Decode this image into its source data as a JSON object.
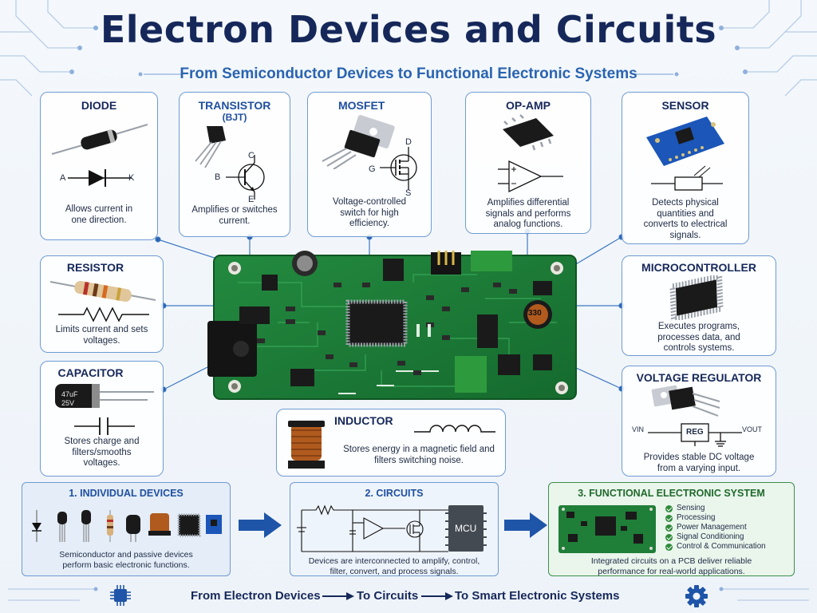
{
  "header": {
    "title": "Electron Devices and Circuits",
    "subtitle": "From Semiconductor Devices to Functional Electronic Systems"
  },
  "components": {
    "diode": {
      "name": "DIODE",
      "desc": "Allows current in one direction.",
      "pin_a": "A",
      "pin_k": "K"
    },
    "transistor": {
      "name": "TRANSISTOR",
      "name2": "(BJT)",
      "desc": "Amplifies or switches current.",
      "pin_b": "B",
      "pin_c": "C",
      "pin_e": "E"
    },
    "mosfet": {
      "name": "MOSFET",
      "desc": "Voltage-controlled switch for high efficiency.",
      "pin_g": "G",
      "pin_d": "D",
      "pin_s": "S"
    },
    "opamp": {
      "name": "OP-AMP",
      "desc": "Amplifies differential signals and performs analog functions."
    },
    "sensor": {
      "name": "SENSOR",
      "desc": "Detects physical quantities and converts to electrical signals."
    },
    "resistor": {
      "name": "RESISTOR",
      "desc": "Limits current and sets voltages."
    },
    "capacitor": {
      "name": "CAPACITOR",
      "desc": "Stores charge and filters/smooths voltages.",
      "cap_text1": "47uF",
      "cap_text2": "25V"
    },
    "inductor": {
      "name": "INDUCTOR",
      "desc": "Stores energy in a magnetic field and filters switching noise."
    },
    "microcontroller": {
      "name": "MICROCONTROLLER",
      "desc": "Executes programs, processes data, and controls systems."
    },
    "regulator": {
      "name": "VOLTAGE REGULATOR",
      "desc": "Provides stable DC voltage from a varying input.",
      "vin": "VIN",
      "vout": "VOUT",
      "reg": "REG"
    }
  },
  "board": {
    "inductor_marking": "330"
  },
  "stages": [
    {
      "title": "1. INDIVIDUAL DEVICES",
      "desc": "Semiconductor and passive devices perform basic electronic functions."
    },
    {
      "title": "2. CIRCUITS",
      "desc": "Devices are interconnected to amplify, control, filter, convert, and process signals.",
      "mcu_label": "MCU"
    },
    {
      "title": "3. FUNCTIONAL ELECTRONIC SYSTEM",
      "desc": "Integrated circuits on a PCB deliver reliable performance for real-world applications.",
      "features": [
        "Sensing",
        "Processing",
        "Power Management",
        "Signal Conditioning",
        "Control & Communication"
      ]
    }
  ],
  "footer": {
    "step1": "From Electron Devices",
    "step2": "To Circuits",
    "step3": "To Smart Electronic Systems"
  },
  "colors": {
    "title": "#16285a",
    "accent": "#2a64b0",
    "pcb": "#1c7a36",
    "arrow": "#1f55a8",
    "stage3_border": "#3d8f4a"
  },
  "icons": [
    "chip-icon",
    "gear-icon",
    "arrow-right-icon"
  ]
}
